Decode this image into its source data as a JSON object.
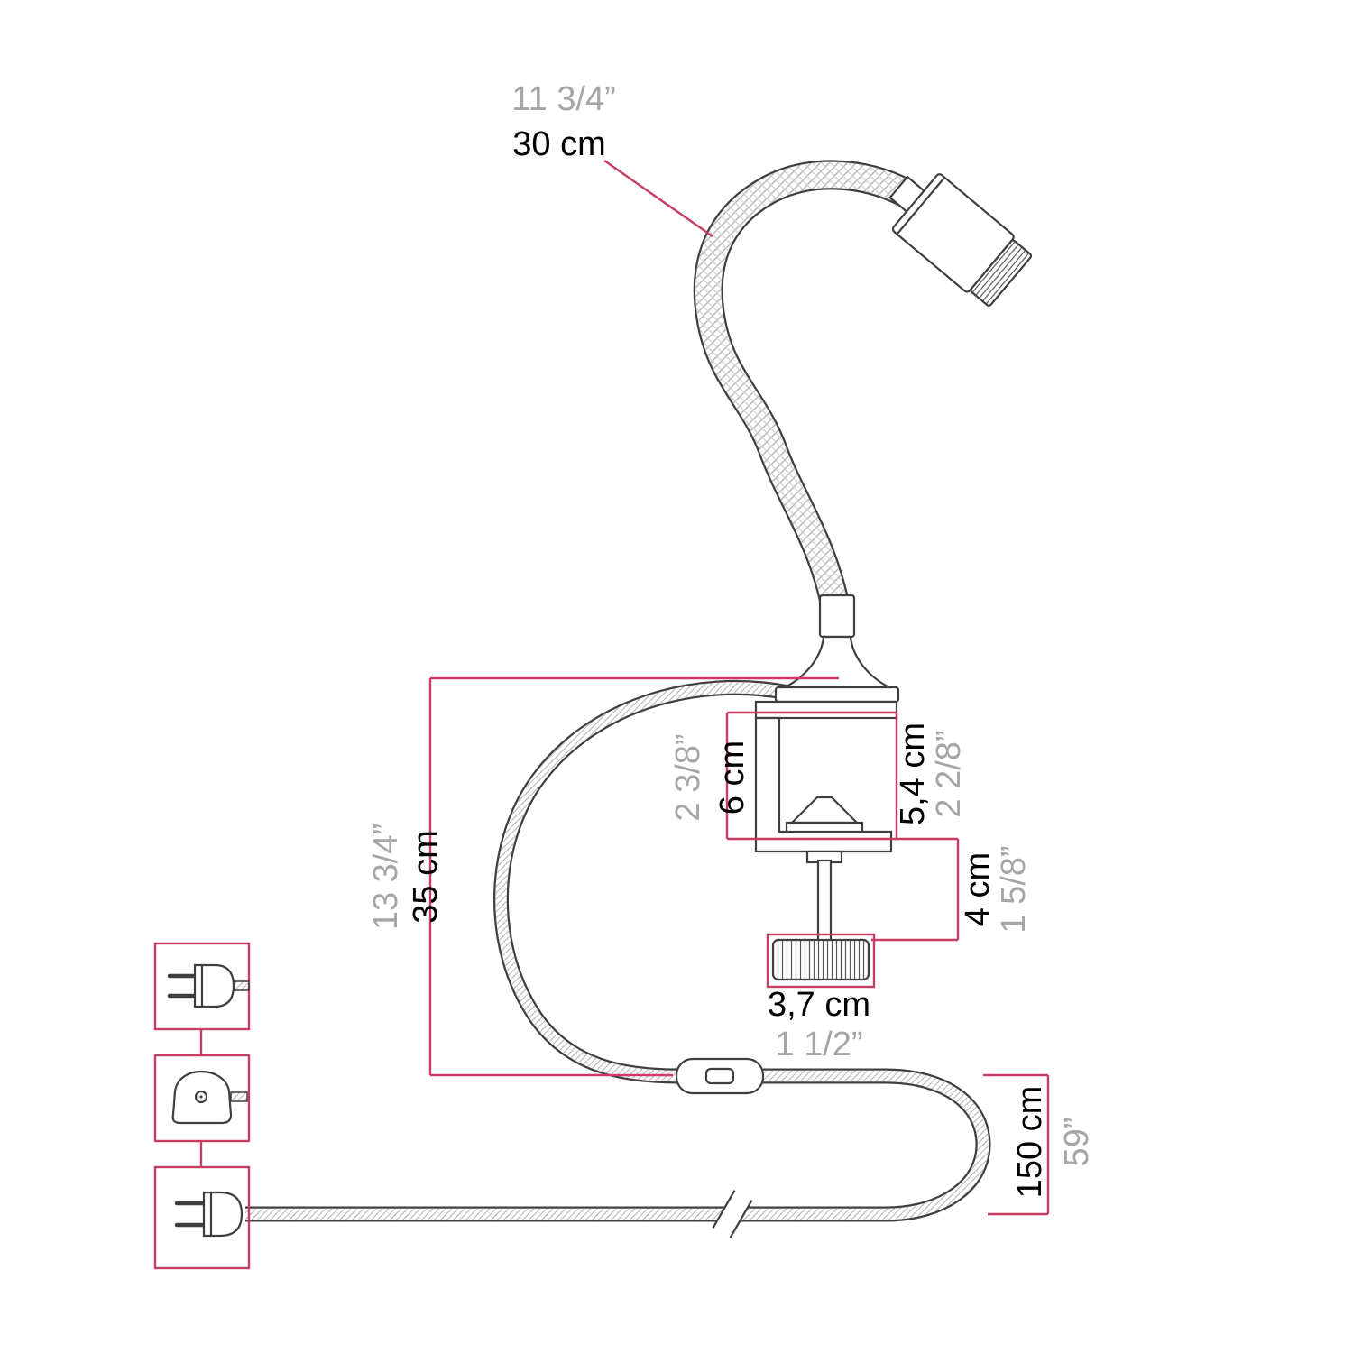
{
  "colors": {
    "dimension_line": "#c83d63",
    "metric_text": "#000000",
    "imperial_text": "#a6a6a6",
    "artwork_line": "#3f3f3f"
  },
  "dimensions": {
    "flex_arm": {
      "metric": "30 cm",
      "imperial": "11 3/4”"
    },
    "clamp_opening": {
      "metric": "6 cm",
      "imperial": "2 3/8”"
    },
    "clamp_height": {
      "metric": "5,4 cm",
      "imperial": "2 2/8”"
    },
    "clamp_screw": {
      "metric": "4 cm",
      "imperial": "1 5/8”"
    },
    "knob_width": {
      "metric": "3,7 cm",
      "imperial": "1 1/2”"
    },
    "cable_to_switch": {
      "metric": "35 cm",
      "imperial": "13 3/4”"
    },
    "power_cord": {
      "metric": "150 cm",
      "imperial": "59”"
    }
  },
  "icons": {
    "plug_top": "eu-plug-icon",
    "plug_middle": "uk-plug-icon",
    "plug_bottom": "us-plug-icon",
    "cable_break": "cable-break-icon",
    "switch": "inline-switch"
  }
}
